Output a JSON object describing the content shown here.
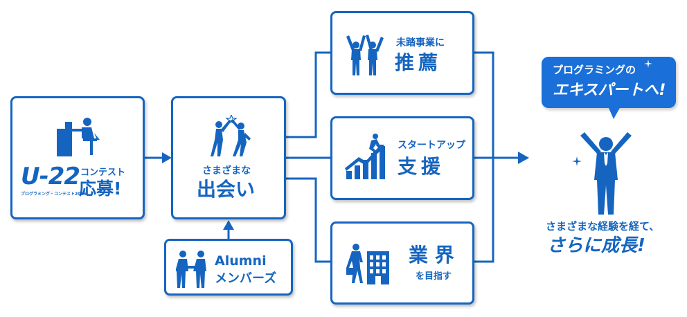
{
  "contest": {
    "logo_text": "U-22",
    "logo_sub": "プログラミング・コンテスト2016",
    "label_small": "コンテスト",
    "label_big": "応募!"
  },
  "meet": {
    "label_small": "さまざまな",
    "label_big": "出会い"
  },
  "alumni": {
    "label_line1": "Alumni",
    "label_line2": "メンバーズ"
  },
  "recommend": {
    "label_small": "未踏事業に",
    "label_big": "推薦"
  },
  "startup": {
    "label_small": "スタートアップ",
    "label_big": "支援"
  },
  "industry": {
    "label_big": "業 界",
    "label_small": "を目指す"
  },
  "expert_bubble": {
    "line1": "プログラミングの",
    "line2": "エキスパートへ!"
  },
  "growth": {
    "line1": "さまざまな経験を経て、",
    "line2": "さらに成長!"
  },
  "colors": {
    "primary": "#1565c0",
    "bubble": "#1a6fd8",
    "bg": "#ffffff"
  }
}
